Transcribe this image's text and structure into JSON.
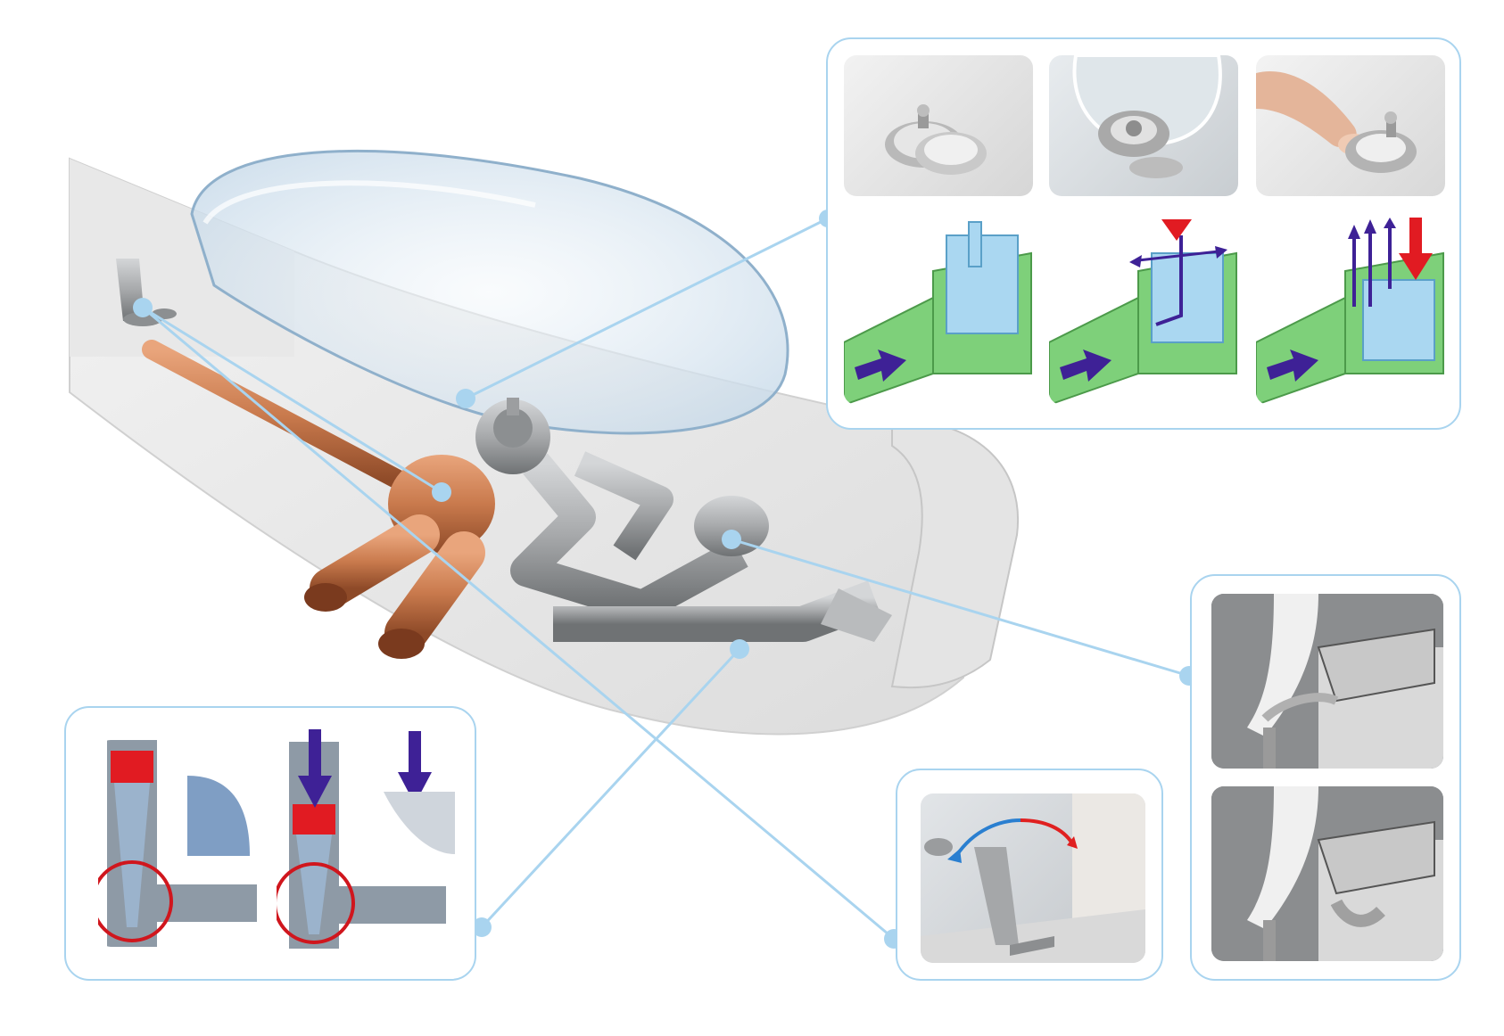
{
  "colors": {
    "callout_border": "#a9d4ef",
    "leader_line": "#a9d4ef",
    "callout_dot": "#a9d4ef",
    "copper": "#c97a4d",
    "steel": "#a7a9ab",
    "water_flow_arrow": "#3e2196",
    "press_arrow": "#e11b22",
    "section_green": "#7ed07a",
    "section_blue": "#aad7f1",
    "highlight_circle": "#d0161d",
    "glass_basin": "#dbe7f2"
  },
  "panels": {
    "top_callout": [
      "drain-stopper-closed",
      "drain-stopper-under-water",
      "finger-pressing-stopper",
      "section-water-inflow",
      "section-press-stopper",
      "section-flow-released"
    ],
    "bottom_left_callout": [
      "overflow-pipe-state-1",
      "overflow-pipe-state-2"
    ],
    "bottom_center_callout": [
      "lever-handle-rotation"
    ],
    "right_callout": [
      "wall-bracket-detail-1",
      "wall-bracket-detail-2"
    ]
  }
}
